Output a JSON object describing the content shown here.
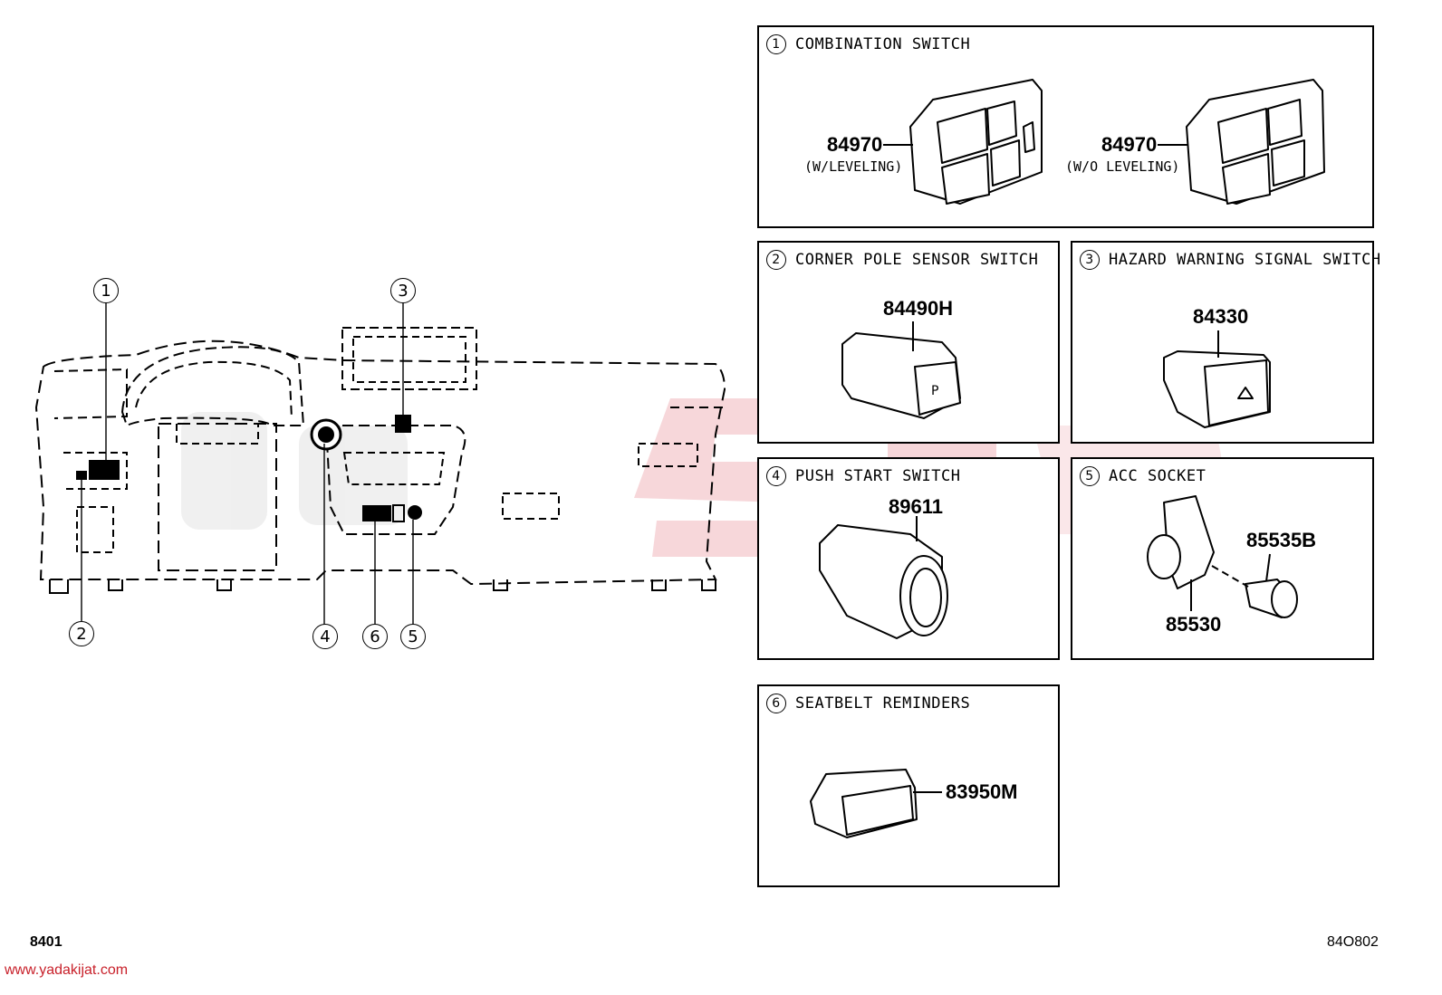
{
  "panels": {
    "p1": {
      "num": "1",
      "title": "COMBINATION SWITCH",
      "part_a": "84970",
      "note_a": "(W/LEVELING)",
      "part_b": "84970",
      "note_b": "(W/O LEVELING)"
    },
    "p2": {
      "num": "2",
      "title": "CORNER POLE SENSOR SWITCH",
      "part": "84490H"
    },
    "p3": {
      "num": "3",
      "title": "HAZARD WARNING SIGNAL SWITCH",
      "part": "84330"
    },
    "p4": {
      "num": "4",
      "title": "PUSH START SWITCH",
      "part": "89611"
    },
    "p5": {
      "num": "5",
      "title": "ACC SOCKET",
      "part_a": "85535B",
      "part_b": "85530"
    },
    "p6": {
      "num": "6",
      "title": "SEATBELT REMINDERS",
      "part": "83950M"
    }
  },
  "callouts": [
    "1",
    "2",
    "3",
    "4",
    "5",
    "6"
  ],
  "footer": {
    "left_code": "8401",
    "right_code": "84O802",
    "website": "www.yadakijat.com"
  },
  "colors": {
    "watermark": "#f3c9cc",
    "watermark_gray": "#e6e6e6",
    "site": "#c8202a"
  }
}
